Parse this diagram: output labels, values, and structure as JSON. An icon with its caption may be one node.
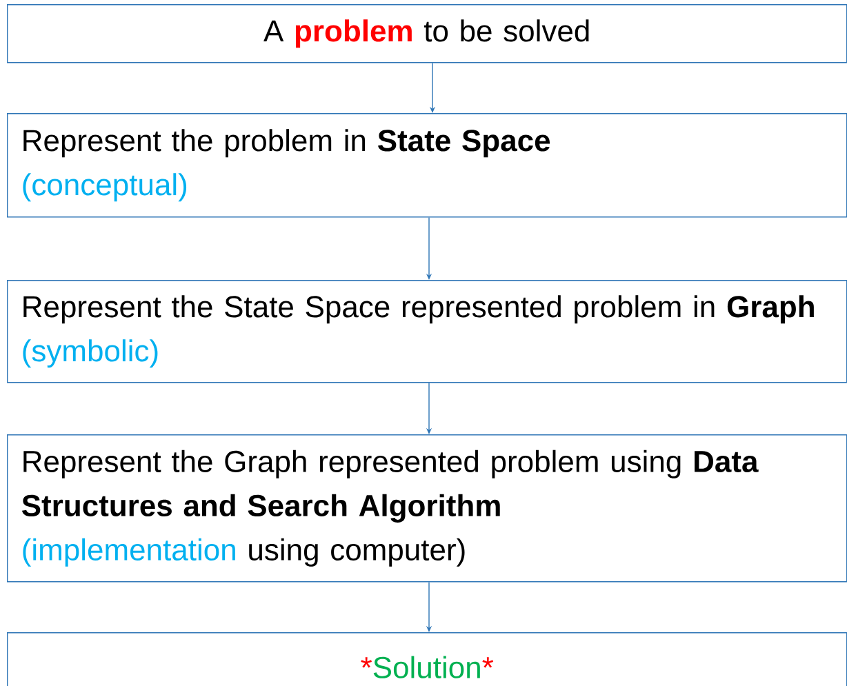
{
  "diagram": {
    "nodes": [
      {
        "text": [
          "A",
          "problem",
          "to be solved"
        ]
      },
      {
        "text": [
          "Represent the problem in **State Space**",
          "(conceptual)"
        ]
      },
      {
        "text": [
          "Represent the State Space represented problem in **Graph**",
          "(symbolic)"
        ]
      },
      {
        "text": [
          "Represent the Graph represented problem using **Data Structures and Search Algorithm**",
          "(implementation",
          "using computer)"
        ]
      },
      {
        "text": [
          "*",
          "Solution",
          "*"
        ]
      }
    ],
    "edges": [
      {
        "from": 0,
        "to": 1,
        "arrow": "to"
      },
      {
        "from": 1,
        "to": 2,
        "arrow": "to"
      },
      {
        "from": 2,
        "to": 3,
        "arrow": "to"
      },
      {
        "from": 3,
        "to": 4,
        "arrow": "to"
      }
    ]
  }
}
